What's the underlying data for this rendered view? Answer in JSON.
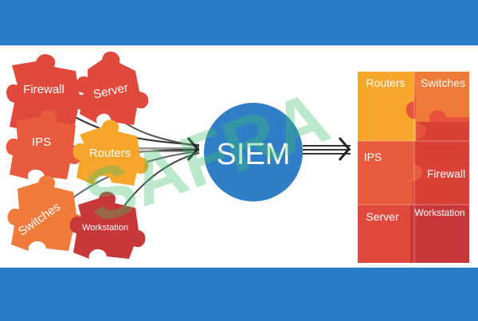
{
  "colors": {
    "frame_blue": "#2b7ec6",
    "siem_circle": "#2f7ec6",
    "piece_red": "#e04a3c",
    "piece_orange": "#f07a3a",
    "piece_amber": "#f6a62a",
    "piece_crimson": "#c8383a",
    "watermark": "#3fbf6b"
  },
  "left_pieces": [
    {
      "label": "Firewall"
    },
    {
      "label": "Server"
    },
    {
      "label": "IPS"
    },
    {
      "label": "Routers"
    },
    {
      "label": "Switches"
    },
    {
      "label": "Workstation"
    }
  ],
  "center": {
    "label": "SIEM"
  },
  "right_pieces": [
    {
      "label": "Routers"
    },
    {
      "label": "Switches"
    },
    {
      "label": "IPS"
    },
    {
      "label": "Firewall"
    },
    {
      "label": "Server"
    },
    {
      "label": "Workstation"
    }
  ],
  "watermark": {
    "text": "SAFRA"
  },
  "arrows": {
    "icon": "chevron-right-icon"
  }
}
